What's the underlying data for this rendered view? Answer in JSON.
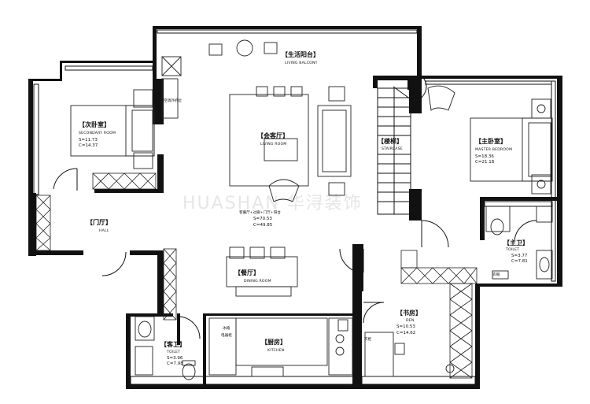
{
  "watermark": "HUASHAN 华浔装饰",
  "rooms": {
    "living_balcony": {
      "cn": "【生活阳台】",
      "en": "LIVING BALCONY"
    },
    "secondary_bedroom": {
      "cn": "【次卧室】",
      "en": "SECONDARY ROOM",
      "s": "S=11.73",
      "c": "C=14.37"
    },
    "living_room": {
      "cn": "【会客厅】",
      "en": "LIVING ROOM"
    },
    "staircase": {
      "cn": "【楼梯】",
      "en": "STAIRCASE"
    },
    "master_bedroom": {
      "cn": "【主卧室】",
      "en": "MASTER BEDROOM",
      "s": "S=18.36",
      "c": "C=21.18"
    },
    "hall": {
      "cn": "【门厅】",
      "en": "HALL"
    },
    "public_area": {
      "text": "客餐厅+过廊+门厅+阳台",
      "s": "S=70.53",
      "c": "C=49.85"
    },
    "master_toilet": {
      "cn": "【主卫】",
      "en": "TOILET",
      "s": "S=3.77",
      "c": "C=7.81"
    },
    "dining_room": {
      "cn": "【餐厅】",
      "en": "DINING ROOM"
    },
    "den": {
      "cn": "【书房】",
      "en": "DEN",
      "s": "S=10.53",
      "c": "C=14.62"
    },
    "guest_toilet": {
      "cn": "【客卫】",
      "en": "TOILET",
      "s": "S=3.96",
      "c": "C=7.98"
    },
    "kitchen": {
      "cn": "【厨房】",
      "en": "KITCHEN"
    }
  },
  "notes": {
    "air_con": "空调外机位",
    "fridge": "冰箱",
    "appliance_cabinet": "电器柜",
    "dressing": "衣柜",
    "wardrobe": "衣帽"
  }
}
